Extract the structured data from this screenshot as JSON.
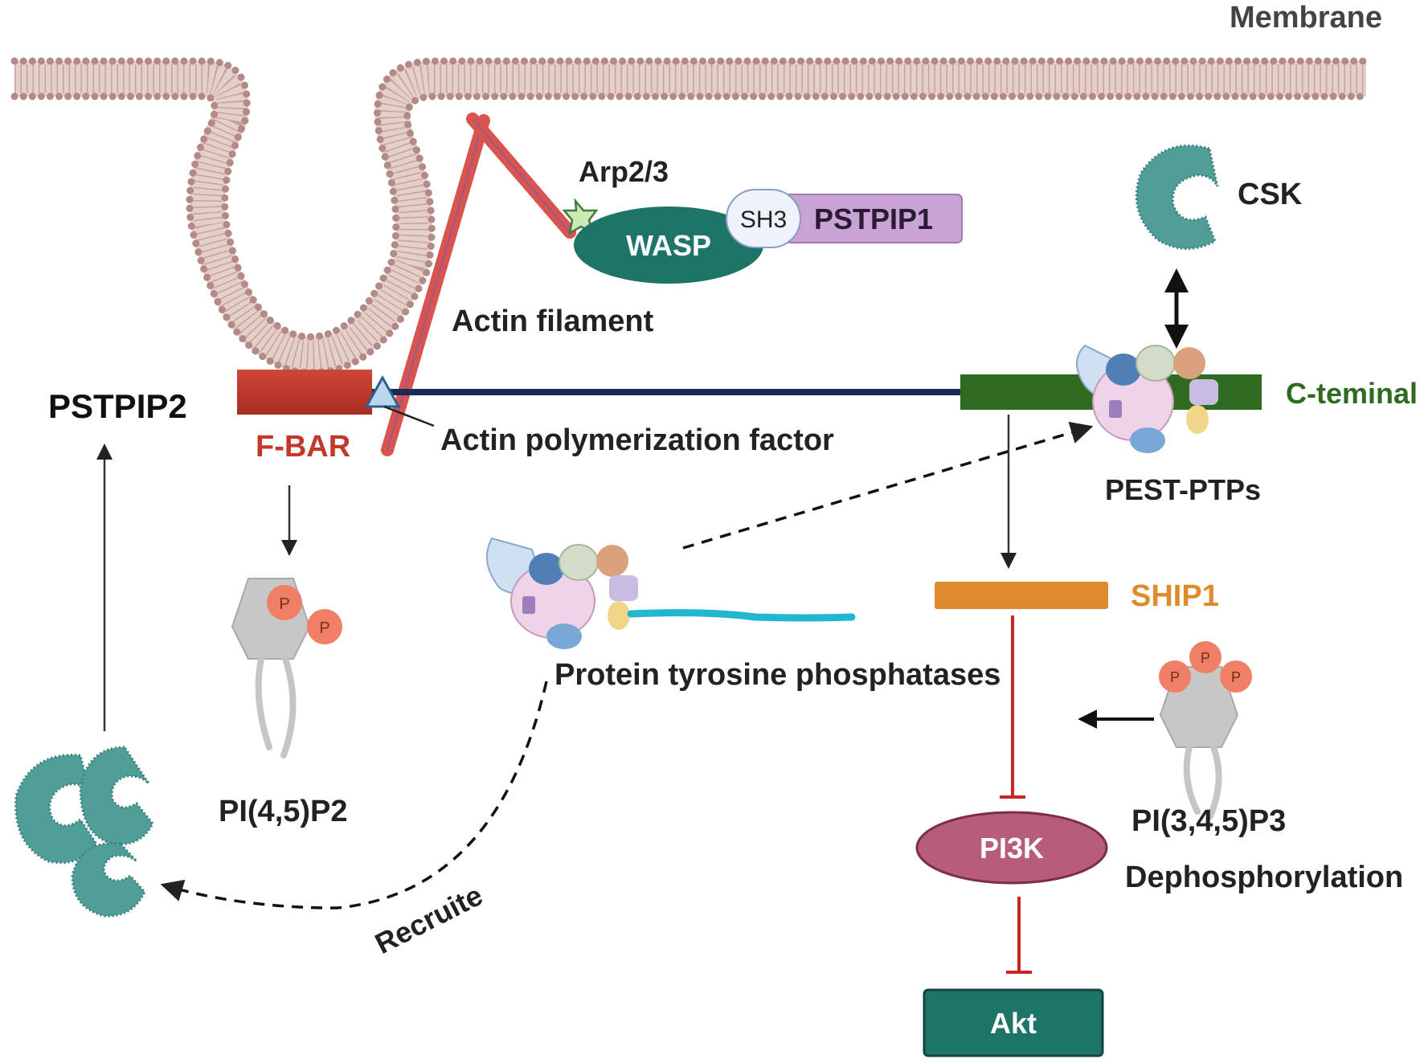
{
  "labels": {
    "membrane": "Membrane",
    "arp": "Arp2/3",
    "wasp": "WASP",
    "sh3": "SH3",
    "pstpip1": "PSTPIP1",
    "csk": "CSK",
    "actin_filament": "Actin filament",
    "pstpip2": "PSTPIP2",
    "fbar": "F-BAR",
    "actin_factor": "Actin polymerization factor",
    "cterminal": "C-teminal",
    "pest_ptps": "PEST-PTPs",
    "ship1": "SHIP1",
    "pi45p2": "PI(4,5)P2",
    "ptp": "Protein tyrosine phosphatases",
    "pi345p3": "PI(3,4,5)P3",
    "dephos": "Dephosphorylation",
    "pi3k": "PI3K",
    "akt": "Akt",
    "recruite": "Recruite",
    "p": "P"
  },
  "colors": {
    "membrane_head": "#b48a86",
    "membrane_tail": "#d9bdb9",
    "fbar": "#c0392b",
    "backbone": "#1b2a55",
    "cterminal": "#2e6b20",
    "wasp": "#1f7468",
    "pstpip1": "#c9a3d3",
    "ship1": "#e08a2e",
    "pi3k": "#b75d78",
    "akt": "#1f7468",
    "csk": "#4f9e98",
    "ptp_linker": "#1fb8cf",
    "inhibit": "#c62828",
    "phosphate": "#ef7f67"
  }
}
